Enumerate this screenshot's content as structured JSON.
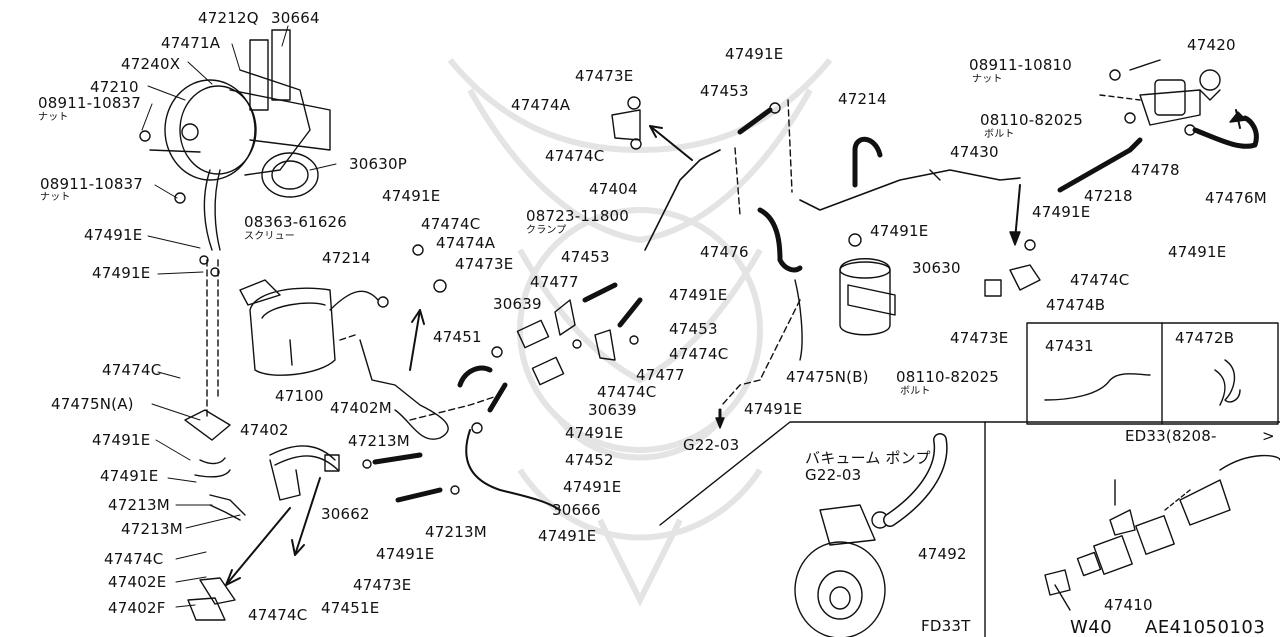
{
  "diagram_code": "AE41050103",
  "page_code": "W40",
  "colors": {
    "ink": "#111111",
    "paper": "#ffffff",
    "watermark": "#e4e4e4"
  },
  "labels": {
    "p47212Q": "47212Q",
    "p30664": "30664",
    "p47471A": "47471A",
    "p47240X": "47240X",
    "p47210": "47210",
    "p08911_10837a": "08911-10837",
    "nut_a": "ナット",
    "p30630P": "30630P",
    "p08911_10837b": "08911-10837",
    "nut_b": "ナット",
    "p08363_61626": "08363-61626",
    "screw": "スクリュー",
    "p47491E_l1": "47491E",
    "p47491E_l2": "47491E",
    "p47214_mid": "47214",
    "p47491E_m1": "47491E",
    "p47474C_m1": "47474C",
    "p47474A_m": "47474A",
    "p47473E_m": "47473E",
    "p47100": "47100",
    "p47474C_l": "47474C",
    "p47475N_A": "47475N(A)",
    "p47402M": "47402M",
    "p47491E_l3": "47491E",
    "p47402": "47402",
    "p47213M_c": "47213M",
    "p47491E_l4": "47491E",
    "p47213M_l1": "47213M",
    "p47213M_l2": "47213M",
    "p30662": "30662",
    "p47474C_l2": "47474C",
    "p47402E": "47402E",
    "p47402F": "47402F",
    "p47474C_b": "47474C",
    "p47451E": "47451E",
    "p47473E_b": "47473E",
    "p47491E_b1": "47491E",
    "p47213M_b": "47213M",
    "p30666": "30666",
    "p47491E_b2": "47491E",
    "p47452": "47452",
    "p47491E_b3": "47491E",
    "p47491E_c1": "47491E",
    "p30639a": "30639",
    "p30639b": "30639",
    "p47451": "47451",
    "p47477a": "47477",
    "p47453a": "47453",
    "p08723_11800": "08723-11800",
    "clamp": "クランプ",
    "p47404": "47404",
    "p47474C_c": "47474C",
    "p47474A_c": "47474A",
    "p47473E_c": "47473E",
    "p47491E_c2": "47491E",
    "p47453b": "47453",
    "p47474C_c2": "47474C",
    "p47477b": "47477",
    "p47474C_c3": "47474C",
    "p47491E_t": "47491E",
    "p47453_t": "47453",
    "p47476": "47476",
    "p47214_r": "47214",
    "p47430": "47430",
    "p47491E_r1": "47491E",
    "p30630": "30630",
    "p47475N_B": "47475N(B)",
    "p08110_82025b": "08110-82025",
    "bolt_b": "ボルト",
    "p47491E_r2": "47491E",
    "g22_03": "G22-03",
    "p08911_10810": "08911-10810",
    "nut_c": "ナット",
    "p08110_82025a": "08110-82025",
    "bolt_a": "ボルト",
    "p47420": "47420",
    "p47478": "47478",
    "p47218": "47218",
    "p47491E_r3": "47491E",
    "p47476M": "47476M",
    "p47491E_r4": "47491E",
    "p47474C_r": "47474C",
    "p47474B": "47474B",
    "p47473E_r": "47473E",
    "p47431": "47431",
    "p47472B": "47472B",
    "ed33": "ED33(8208-",
    "chevron": ">",
    "vac_pump": "バキューム ポンプ",
    "vac_g22": "G22-03",
    "p47492": "47492",
    "fd33t": "FD33T",
    "p47410": "47410"
  }
}
